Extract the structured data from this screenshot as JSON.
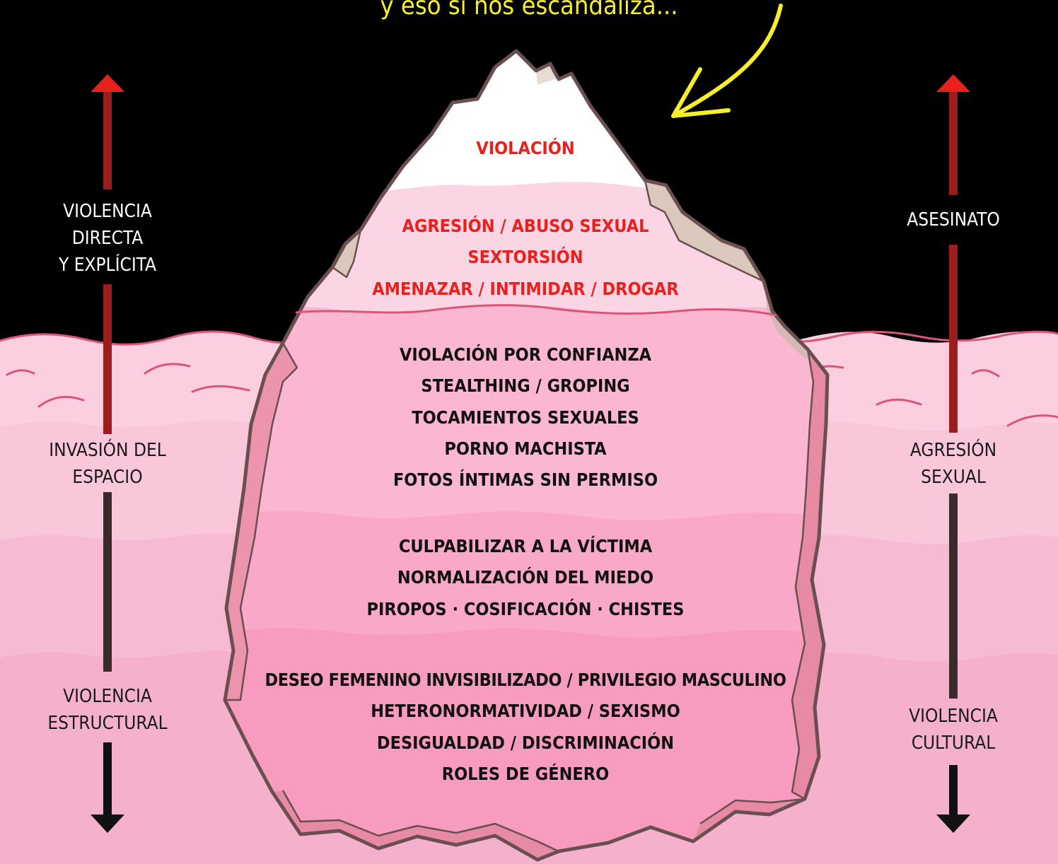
{
  "caption": "y eso sí nos escandaliza...",
  "left_scale": {
    "top": [
      "VIOLENCIA",
      "DIRECTA",
      "Y EXPLÍCITA"
    ],
    "middle": [
      "INVASIÓN DEL",
      "ESPACIO"
    ],
    "bottom": [
      "VIOLENCIA",
      "ESTRUCTURAL"
    ]
  },
  "right_scale": {
    "top": [
      "ASESINATO"
    ],
    "middle": [
      "AGRESIÓN",
      "SEXUAL"
    ],
    "bottom": [
      "VIOLENCIA",
      "CULTURAL"
    ]
  },
  "iceberg": {
    "tip": [
      "VIOLACIÓN"
    ],
    "above_water": [
      "AGRESIÓN / ABUSO SEXUAL",
      "SEXTORSIÓN",
      "AMENAZAR / INTIMIDAR / DROGAR"
    ],
    "level_1": [
      "VIOLACIÓN POR CONFIANZA",
      "STEALTHING / GROPING",
      "TOCAMIENTOS SEXUALES",
      "PORNO MACHISTA",
      "FOTOS ÍNTIMAS SIN PERMISO"
    ],
    "level_2": [
      "CULPABILIZAR A LA VÍCTIMA",
      "NORMALIZACIÓN DEL MIEDO",
      "PIROPOS · COSIFICACIÓN · CHISTES"
    ],
    "level_3": [
      "DESEO FEMENINO INVISIBILIZADO / PRIVILEGIO MASCULINO",
      "HETERONORMATIVIDAD / SEXISMO",
      "DESIGUALDAD / DISCRIMINACIÓN",
      "ROLES DE GÉNERO"
    ]
  },
  "colors": {
    "sky": "#000000",
    "water_1": "#fccfe0",
    "water_2": "#f9bcd5",
    "water_3": "#f7b0cc",
    "water_4": "#f5a5c5",
    "iceberg_outline": "#6a4e50",
    "arrow_red": "#e8211d",
    "caption_yellow": "#f8ef2a",
    "wave_line": "#d9557a"
  }
}
